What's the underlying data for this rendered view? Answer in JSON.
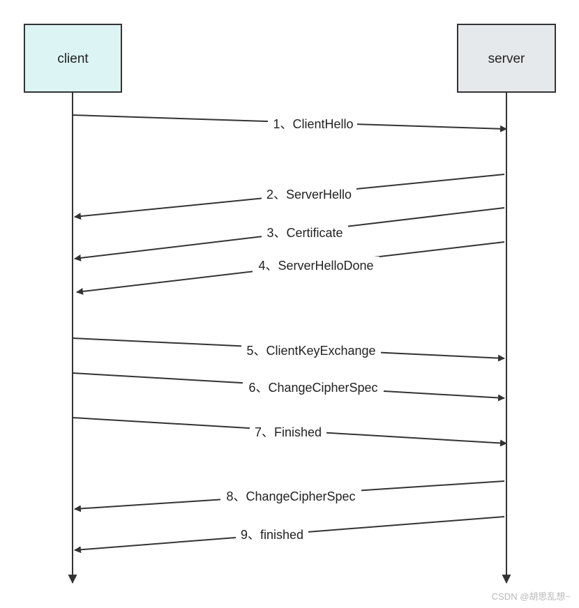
{
  "client_label": "client",
  "server_label": "server",
  "colors": {
    "client_fill": "#dcf4f4",
    "server_fill": "#e6e9ec",
    "stroke": "#333333"
  },
  "messages": [
    {
      "label": "1、ClientHello",
      "direction": "client-to-server"
    },
    {
      "label": "2、ServerHello",
      "direction": "server-to-client"
    },
    {
      "label": "3、Certificate",
      "direction": "server-to-client"
    },
    {
      "label": "4、ServerHelloDone",
      "direction": "server-to-client"
    },
    {
      "label": "5、ClientKeyExchange",
      "direction": "client-to-server"
    },
    {
      "label": "6、ChangeCipherSpec",
      "direction": "client-to-server"
    },
    {
      "label": "7、Finished",
      "direction": "client-to-server"
    },
    {
      "label": "8、ChangeCipherSpec",
      "direction": "server-to-client"
    },
    {
      "label": "9、finished",
      "direction": "server-to-client"
    }
  ],
  "watermark": "CSDN @胡思乱想~"
}
